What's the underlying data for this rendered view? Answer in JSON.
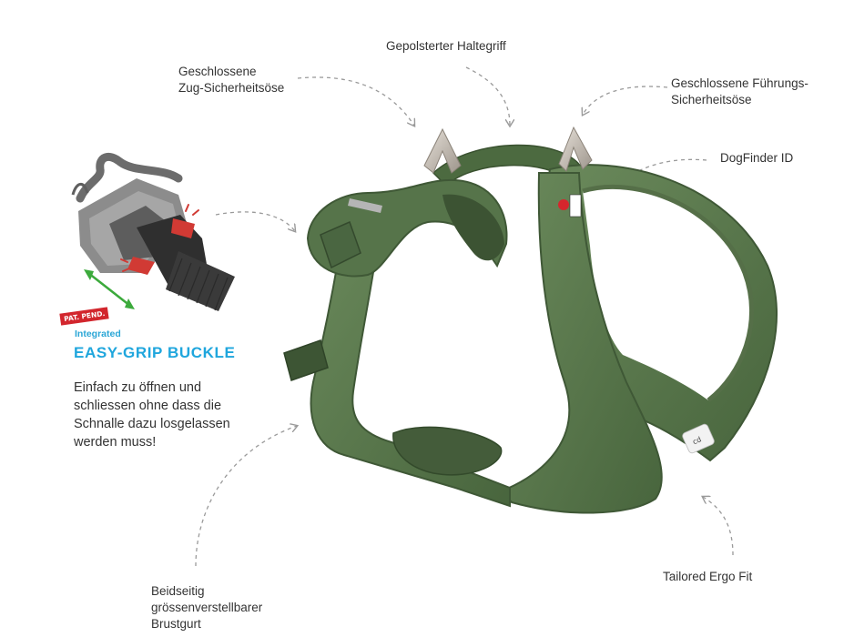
{
  "callouts": {
    "top_left": [
      "Geschlossene",
      "Zug-Sicherheitsöse"
    ],
    "top_center": [
      "Gepolsterter Haltegriff"
    ],
    "top_right": [
      "Geschlossene Führungs-",
      "Sicherheitsöse"
    ],
    "right_id": [
      "DogFinder ID"
    ],
    "bottom_right": [
      "Tailored Ergo Fit"
    ],
    "bottom_left": [
      "Beidseitig",
      "grössenverstellbarer",
      "Brustgurt"
    ]
  },
  "feature": {
    "badge": "PAT. PEND.",
    "eyebrow": "Integrated",
    "title": "EASY-GRIP BUCKLE",
    "description": [
      "Einfach zu öffnen und",
      "schliessen ohne dass die",
      "Schnalle dazu losgelassen",
      "werden muss!"
    ]
  },
  "colors": {
    "harness_green": "#5b7a4e",
    "harness_dark": "#3f5836",
    "accent_blue": "#1fa6dd",
    "badge_red": "#d2262d",
    "arrow_grey": "#9a9a9a"
  }
}
